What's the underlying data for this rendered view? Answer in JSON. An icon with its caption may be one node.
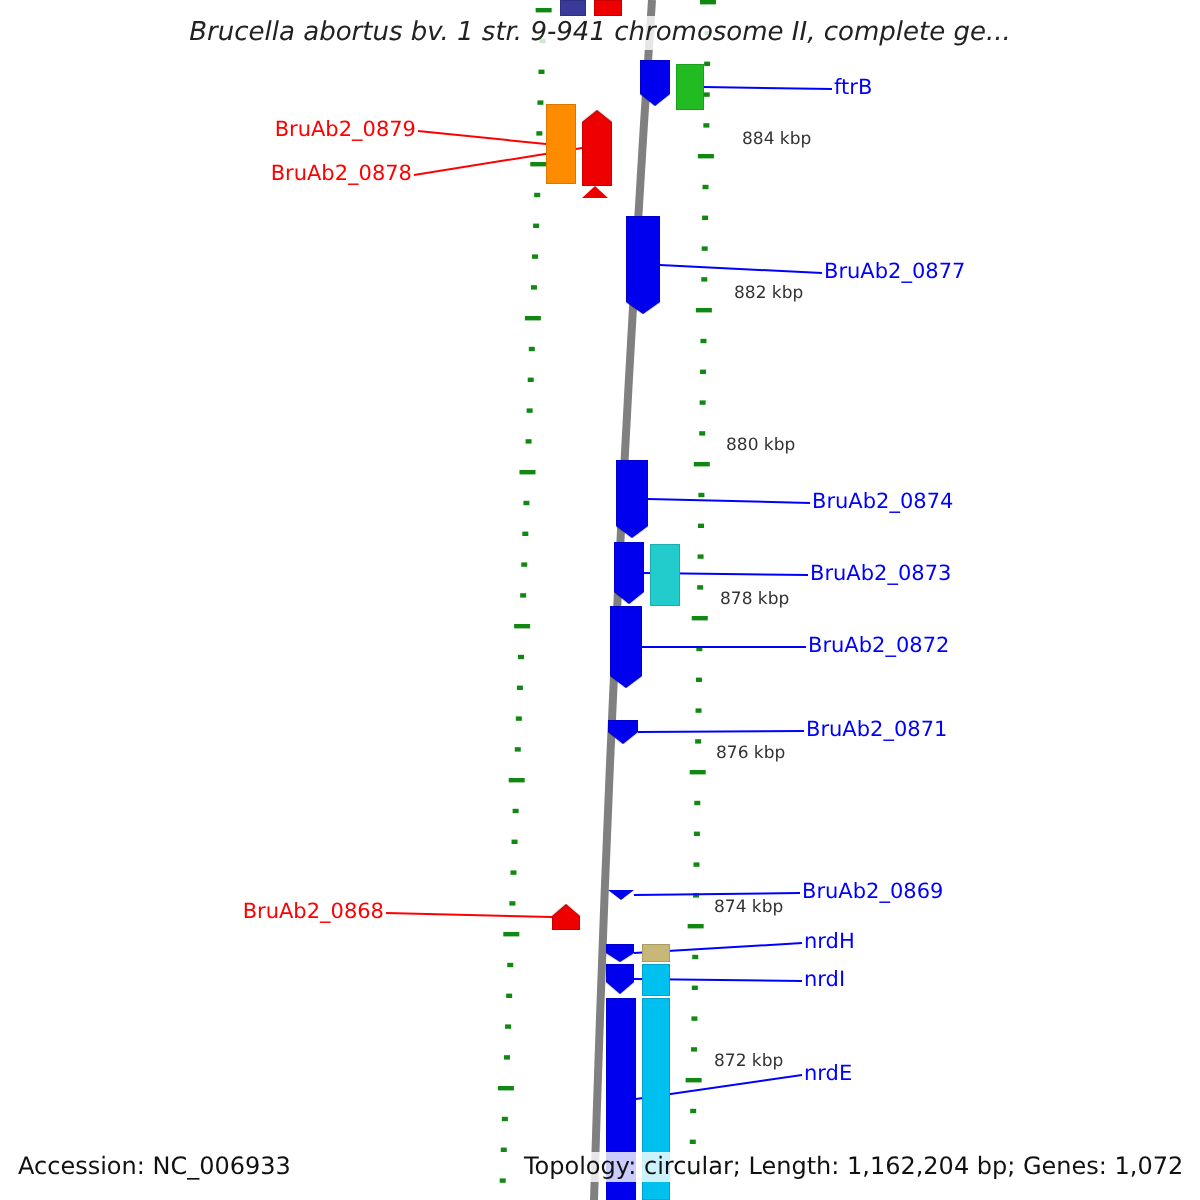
{
  "diagram": {
    "title": "Brucella abortus bv. 1 str. 9-941 chromosome II, complete ge...",
    "nodes": [
      {
        "text": [],
        "shape": "box"
      },
      {
        "text": [],
        "shape": "box"
      },
      {
        "text": [],
        "shape": "pentagon"
      },
      {
        "text": [],
        "shape": "box"
      },
      {
        "text": [
          "ftrB"
        ]
      },
      {
        "text": [
          "BruAb2_0879"
        ]
      },
      {
        "text": [],
        "shape": "box"
      },
      {
        "text": [
          "BruAb2_0878"
        ]
      },
      {
        "text": [],
        "shape": "pentagon"
      },
      {
        "text": [],
        "shape": "triangle"
      },
      {
        "text": [
          "BruAb2_0877"
        ]
      },
      {
        "text": [],
        "shape": "pentagon"
      },
      {
        "text": [
          "BruAb2_0874"
        ]
      },
      {
        "text": [],
        "shape": "pentagon"
      },
      {
        "text": [
          "BruAb2_0873"
        ]
      },
      {
        "text": [],
        "shape": "pentagon"
      },
      {
        "text": [],
        "shape": "box"
      },
      {
        "text": [
          "BruAb2_0872"
        ]
      },
      {
        "text": [],
        "shape": "pentagon"
      },
      {
        "text": [
          "BruAb2_0871"
        ]
      },
      {
        "text": [],
        "shape": "pentagon"
      },
      {
        "text": [
          "BruAb2_0868"
        ]
      },
      {
        "text": [],
        "shape": "pentagon"
      },
      {
        "text": [
          "BruAb2_0869"
        ]
      },
      {
        "text": [],
        "shape": "triangle"
      },
      {
        "text": [
          "nrdH"
        ]
      },
      {
        "text": [],
        "shape": "pentagon"
      },
      {
        "text": [],
        "shape": "box"
      },
      {
        "text": [
          "nrdI"
        ]
      },
      {
        "text": [],
        "shape": "pentagon"
      },
      {
        "text": [],
        "shape": "box"
      },
      {
        "text": [
          "nrdE"
        ]
      },
      {
        "text": [],
        "shape": "bar"
      },
      {
        "text": [],
        "shape": "bar"
      }
    ],
    "edges": [
      {
        "from": 4,
        "to": 3,
        "arrow": "none"
      },
      {
        "from": 5,
        "to": 6,
        "arrow": "none",
        "color": "#ff0000"
      },
      {
        "from": 7,
        "to": 8,
        "arrow": "none",
        "color": "#ff0000"
      },
      {
        "from": 10,
        "to": 11,
        "arrow": "none"
      },
      {
        "from": 12,
        "to": 13,
        "arrow": "none"
      },
      {
        "from": 14,
        "to": 15,
        "arrow": "none"
      },
      {
        "from": 17,
        "to": 18,
        "arrow": "none"
      },
      {
        "from": 19,
        "to": 20,
        "arrow": "none"
      },
      {
        "from": 21,
        "to": 22,
        "arrow": "none",
        "color": "#ff0000"
      },
      {
        "from": 23,
        "to": 24,
        "arrow": "none"
      },
      {
        "from": 25,
        "to": 26,
        "arrow": "none"
      },
      {
        "from": 28,
        "to": 29,
        "arrow": "none"
      },
      {
        "from": 31,
        "to": 32,
        "arrow": "none"
      }
    ],
    "labels": [
      "884 kbp",
      "882 kbp",
      "880 kbp",
      "878 kbp",
      "876 kbp",
      "874 kbp",
      "872 kbp",
      "Accession: NC_006933",
      "Topology: circular; Length: 1,162,204 bp; Genes: 1,072"
    ]
  }
}
